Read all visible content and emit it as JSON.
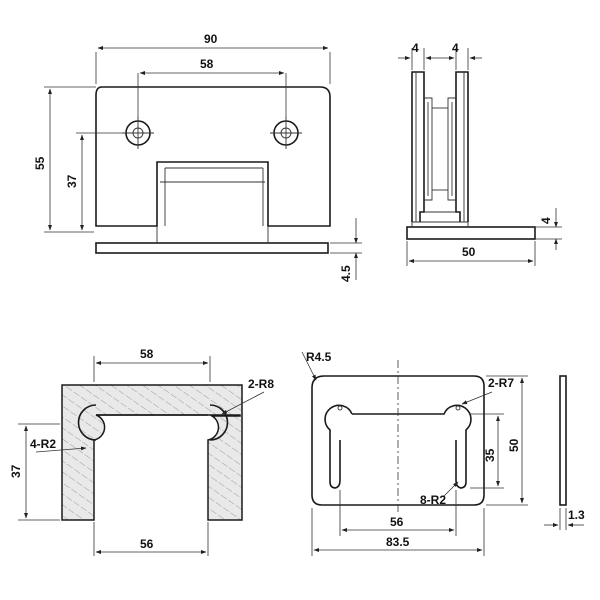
{
  "top_view": {
    "width": "90",
    "hole_spacing": "58",
    "height": "55",
    "cut_height": "37",
    "base_thickness": "4.5"
  },
  "side_view": {
    "left_wall": "4",
    "right_wall": "4",
    "base_height": "4",
    "base_width": "50"
  },
  "clamp_plate": {
    "top_width": "58",
    "bottom_width": "56",
    "height": "37",
    "corner_radius": "2-R8",
    "small_radius": "4-R2"
  },
  "gasket": {
    "outer_radius": "R4.5",
    "hole_radius": "2-R7",
    "height_outer": "50",
    "height_inner": "35",
    "bottom_radius": "8-R2",
    "inner_width": "56",
    "outer_width": "83.5",
    "thickness": "1.3"
  }
}
